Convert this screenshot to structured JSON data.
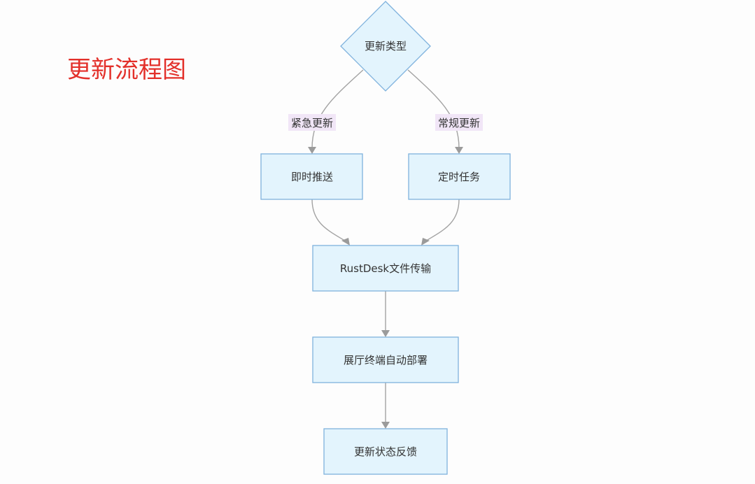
{
  "title": "更新流程图",
  "nodes": {
    "decision": "更新类型",
    "instant_push": "即时推送",
    "scheduled_task": "定时任务",
    "file_transfer": "RustDesk文件传输",
    "auto_deploy": "展厅终端自动部署",
    "status_feedback": "更新状态反馈"
  },
  "edges": {
    "emergency_label": "紧急更新",
    "regular_label": "常规更新"
  },
  "colors": {
    "title": "#e3302a",
    "node_fill": "#e3f4fd",
    "node_stroke": "#7fb2dd",
    "edge_stroke": "#a3a3a3",
    "edge_label_bg": "#f1e6f7"
  }
}
